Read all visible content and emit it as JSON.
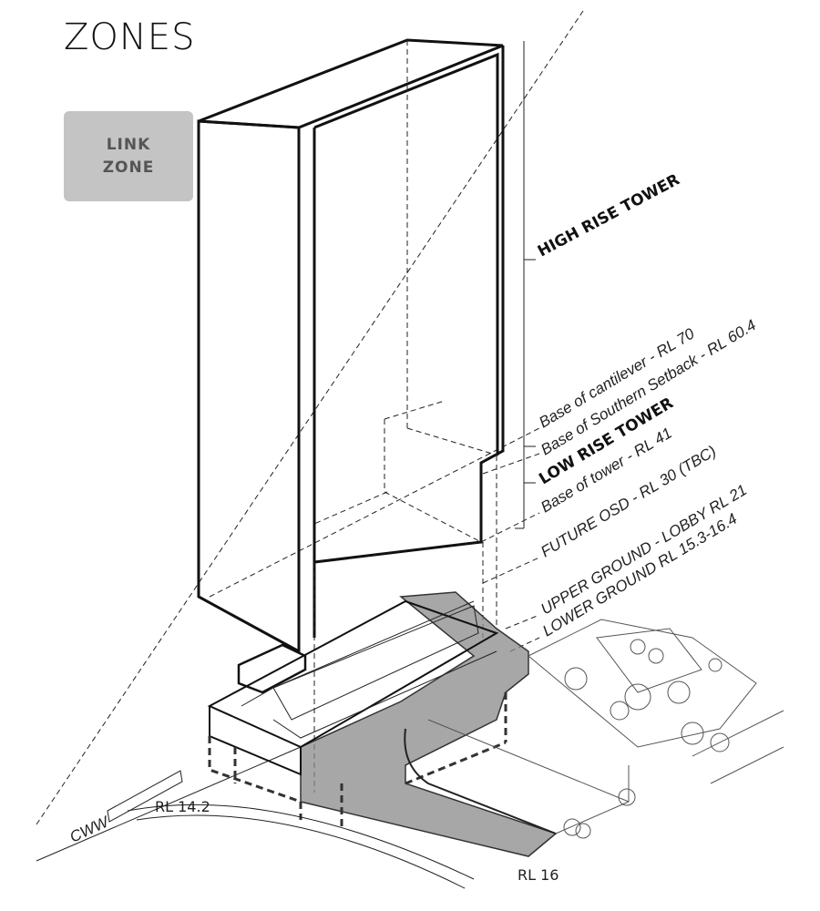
{
  "title": "ZONES",
  "link_zone": {
    "line1": "LINK",
    "line2": "ZONE",
    "color": "#c4c4c4"
  },
  "labels": {
    "high_rise": "HIGH RISE TOWER",
    "cantilever": "Base of cantilever - RL 70",
    "southern_setback": "Base of Southern Setback - RL 60.4",
    "low_rise": "LOW RISE TOWER",
    "base_tower": "Base of tower - RL 41",
    "future_osd": "FUTURE OSD - RL 30 (TBC)",
    "upper_ground": "UPPER GROUND - LOBBY RL 21",
    "lower_ground": "LOWER GROUND RL 15.3-16.4",
    "rl_14_2": "RL 14.2",
    "cww": "CWW",
    "rl_16": "RL 16"
  },
  "colors": {
    "shade": "#777777",
    "line": "#111111"
  }
}
